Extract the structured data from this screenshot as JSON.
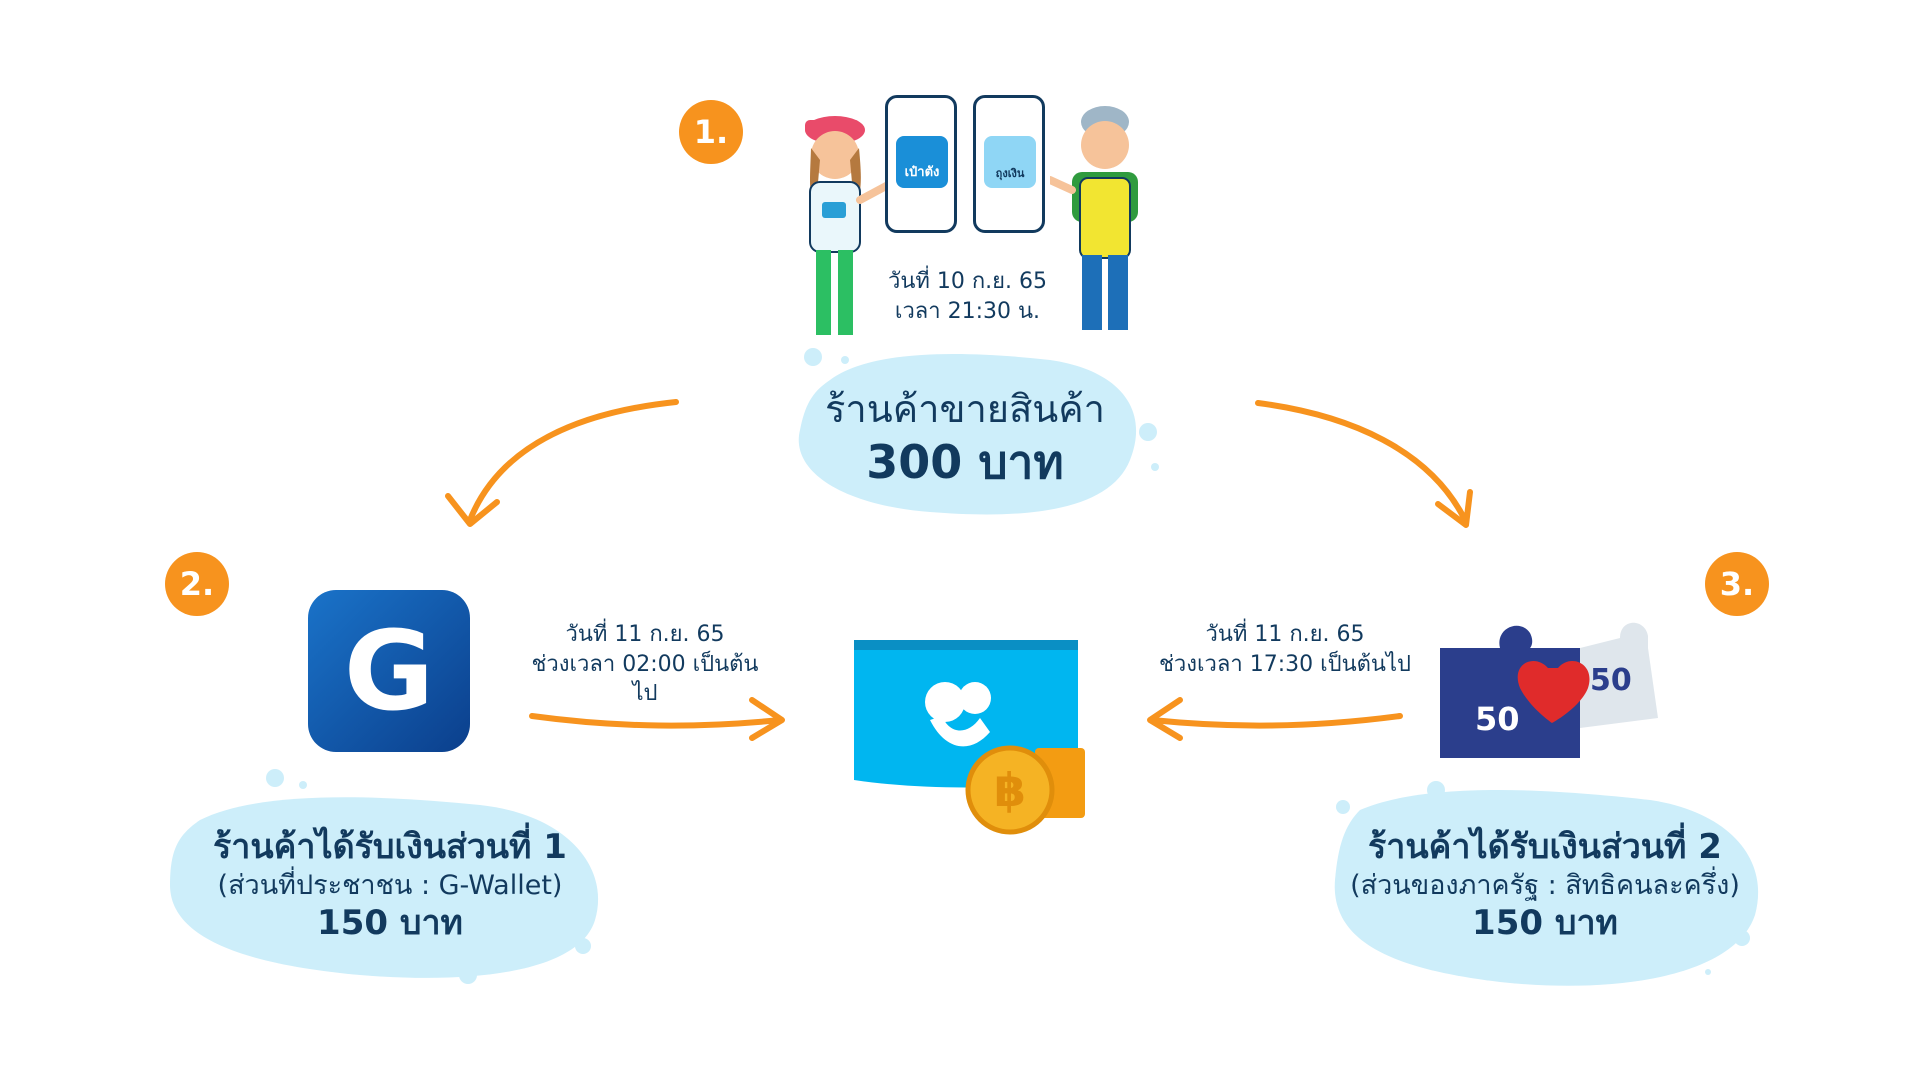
{
  "step1": {
    "number": "1.",
    "app_left_label": "เป๋าตัง",
    "app_right_label": "ถุงเงิน",
    "date_line1": "วันที่ 10 ก.ย. 65",
    "date_line2": "เวลา 21:30 น.",
    "title": "ร้านค้าขายสินค้า",
    "amount": "300 บาท"
  },
  "step2": {
    "number": "2.",
    "logo_letter": "G",
    "date_line1": "วันที่ 11 ก.ย. 65",
    "date_line2": "ช่วงเวลา 02:00 เป็นต้นไป",
    "title": "ร้านค้าได้รับเงินส่วนที่ 1",
    "subtitle": "(ส่วนที่ประชาชน : G-Wallet)",
    "amount": "150 บาท"
  },
  "step3": {
    "number": "3.",
    "puzzle_left": "50",
    "puzzle_right": "50",
    "date_line1": "วันที่ 11 ก.ย. 65",
    "date_line2": "ช่วงเวลา 17:30 เป็นต้นไป",
    "title": "ร้านค้าได้รับเงินส่วนที่ 2",
    "subtitle": "(ส่วนของภาครัฐ : สิทธิคนละครึ่ง)",
    "amount": "150 บาท"
  },
  "colors": {
    "orange": "#f7931e",
    "navy": "#123a5e",
    "blob": "#cdeefa",
    "wallet": "#00b6f0",
    "g_blue": "#0d5aa7"
  }
}
